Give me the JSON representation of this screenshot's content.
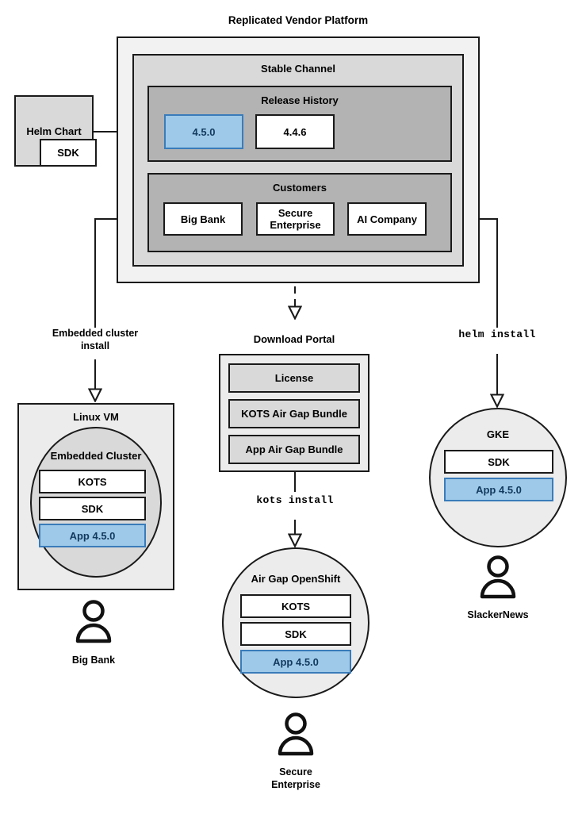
{
  "diagram": {
    "title": "Replicated Vendor Platform",
    "type": "architecture-flow"
  },
  "source": {
    "helm_chart": {
      "label": "Helm Chart",
      "sdk_label": "SDK"
    }
  },
  "platform": {
    "channel": {
      "title": "Stable Channel"
    },
    "release_history": {
      "title": "Release History",
      "releases": [
        {
          "version": "4.5.0",
          "state": "highlighted"
        },
        {
          "version": "4.4.6",
          "state": "normal"
        }
      ]
    },
    "customers": {
      "title": "Customers",
      "items": [
        {
          "name": "Big Bank"
        },
        {
          "name": "Secure\nEnterprise"
        },
        {
          "name": "AI Company"
        }
      ]
    }
  },
  "edges": [
    {
      "id": "embedded-cluster-install",
      "label": "Embedded cluster\ninstall",
      "style": "solid",
      "mono": false
    },
    {
      "id": "download-portal-link",
      "label": "",
      "style": "dashed",
      "mono": false
    },
    {
      "id": "kots-install",
      "label": "kots install",
      "style": "solid",
      "mono": true
    },
    {
      "id": "helm-install",
      "label": "helm install",
      "style": "solid",
      "mono": true
    }
  ],
  "download_portal": {
    "title": "Download Portal",
    "artifacts": [
      {
        "label": "License"
      },
      {
        "label": "KOTS Air Gap Bundle"
      },
      {
        "label": "App Air Gap Bundle"
      }
    ]
  },
  "targets": {
    "linux_vm": {
      "title": "Linux VM",
      "cluster_title": "Embedded Cluster",
      "components": [
        {
          "label": "KOTS",
          "style": "white"
        },
        {
          "label": "SDK",
          "style": "white"
        },
        {
          "label": "App 4.5.0",
          "style": "blue"
        }
      ],
      "actor": "Big Bank"
    },
    "airgap_openshift": {
      "title": "Air Gap OpenShift",
      "components": [
        {
          "label": "KOTS",
          "style": "white"
        },
        {
          "label": "SDK",
          "style": "white"
        },
        {
          "label": "App 4.5.0",
          "style": "blue"
        }
      ],
      "actor": "Secure\nEnterprise"
    },
    "gke": {
      "title": "GKE",
      "components": [
        {
          "label": "SDK",
          "style": "white"
        },
        {
          "label": "App 4.5.0",
          "style": "blue"
        }
      ],
      "actor": "SlackerNews"
    }
  },
  "colors": {
    "accent_blue_fill": "#9ec9e8",
    "accent_blue_border": "#3a7cba",
    "accent_blue_text": "#12395e",
    "outline": "#1a1a1a",
    "shell_gray": "#ececec",
    "channel_gray": "#d9d9d9",
    "group_gray": "#b3b3b3"
  }
}
